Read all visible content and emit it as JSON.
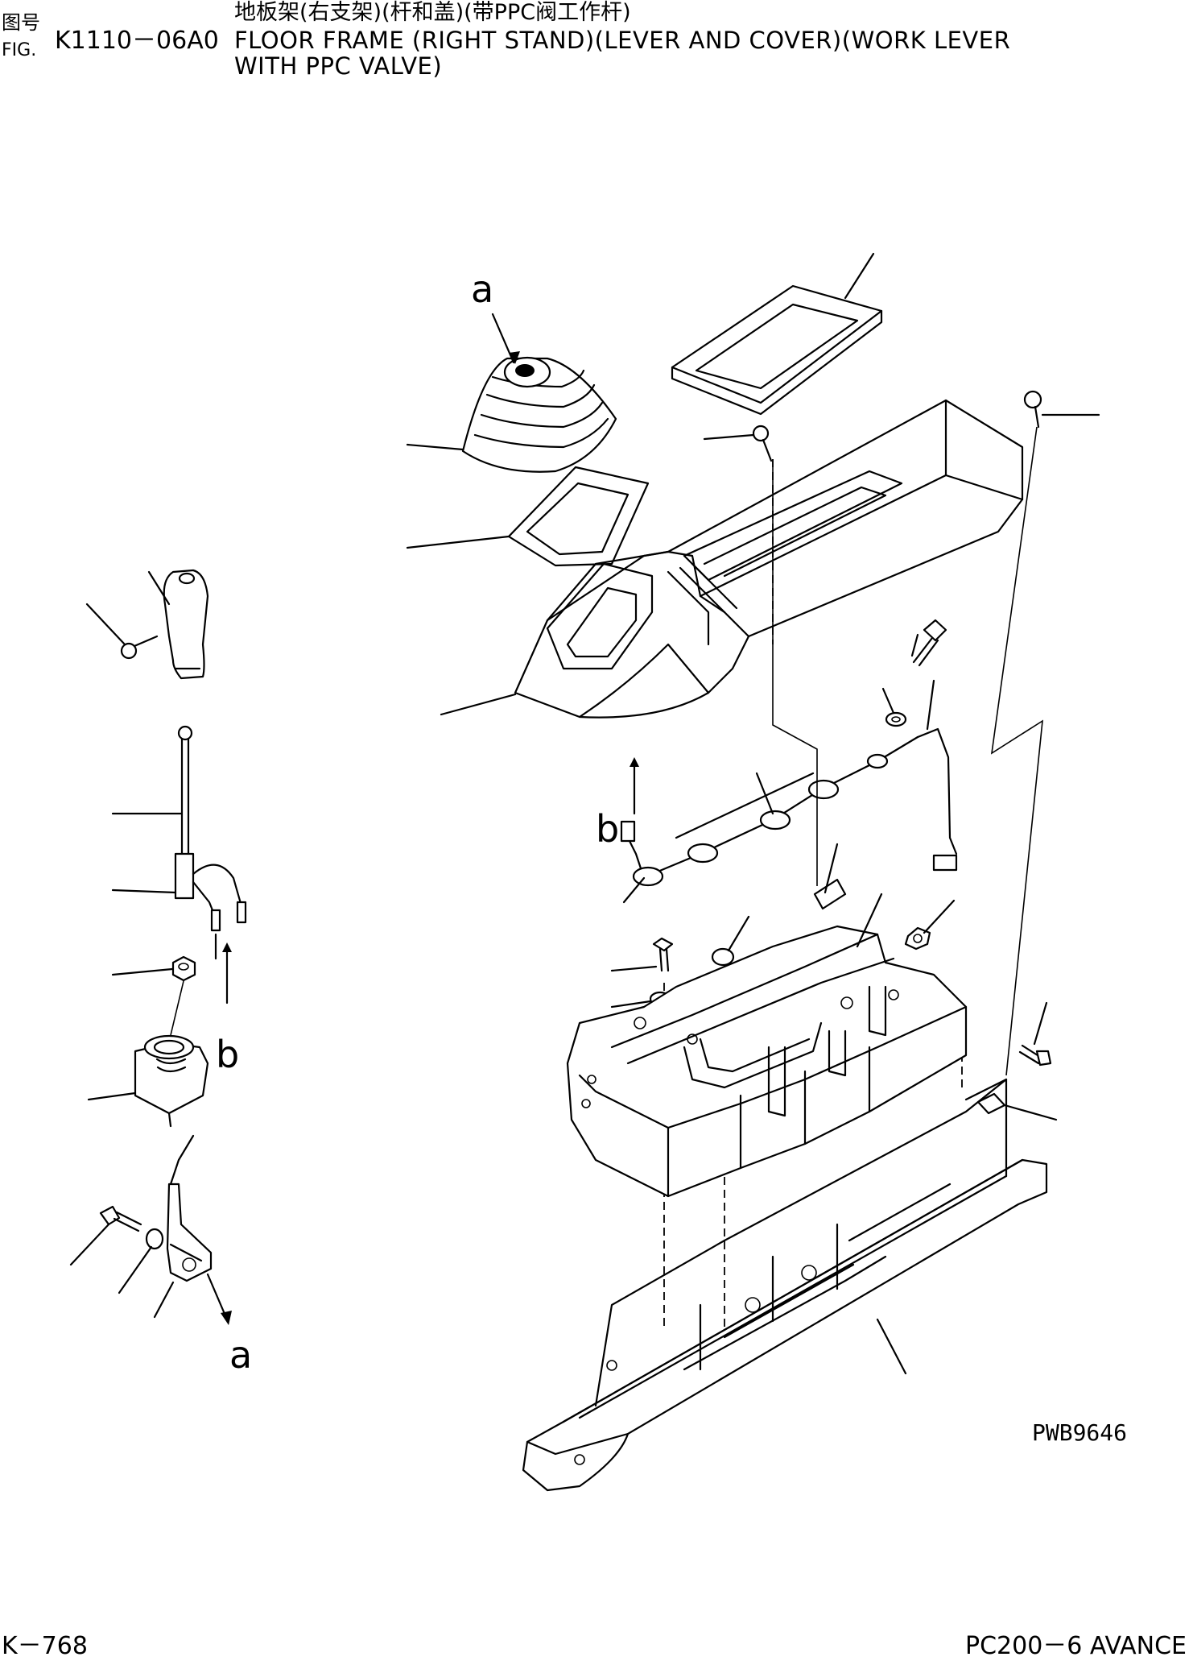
{
  "header": {
    "cn_label": "图号",
    "fig_label": "FIG.",
    "fig_number": "K1110－06A0",
    "title_cn": "地板架(右支架)(杆和盖)(带PPC阀工作杆)",
    "title_line1": "FLOOR FRAME (RIGHT STAND)(LEVER AND COVER)(WORK LEVER",
    "title_line2": "WITH PPC VALVE)"
  },
  "callouts": {
    "a_top": "a",
    "a_bottom": "a",
    "b_left": "b",
    "b_center": "b"
  },
  "drawing_code": "PWB9646",
  "footer": {
    "page": "K－768",
    "model": "PC200－6 AVANCE"
  }
}
